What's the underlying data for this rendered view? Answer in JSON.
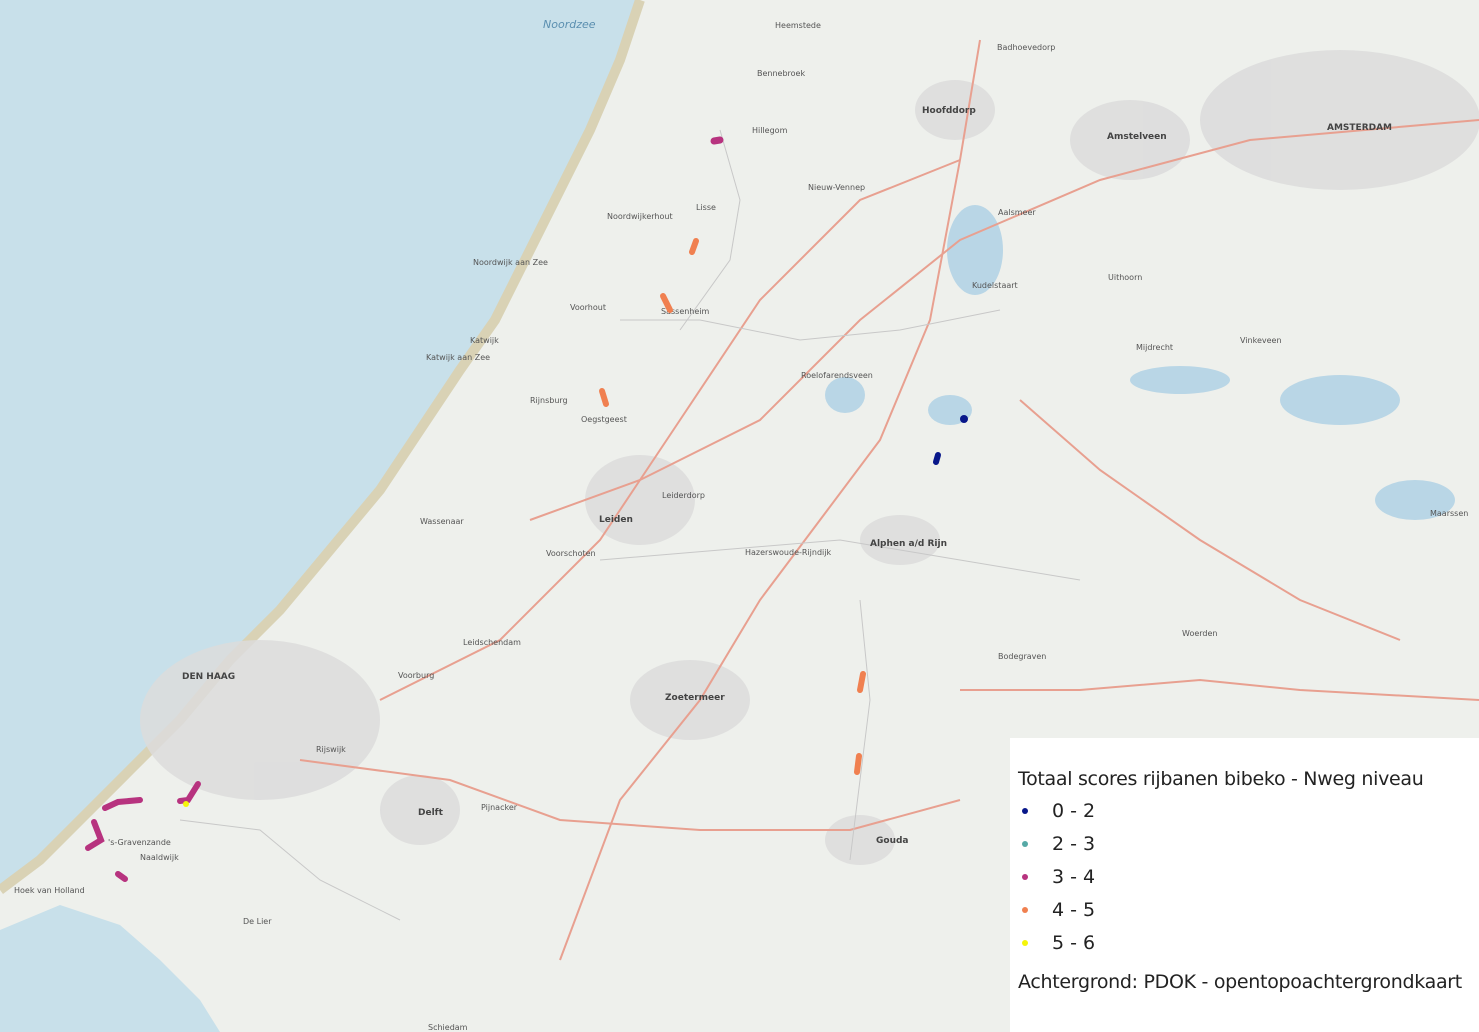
{
  "map": {
    "places": [
      {
        "id": "noordzee",
        "label": "Noordzee",
        "kind": "sea"
      },
      {
        "id": "heemstede",
        "label": "Heemstede",
        "kind": "small"
      },
      {
        "id": "badhoevedorp",
        "label": "Badhoevedorp",
        "kind": "small"
      },
      {
        "id": "hoofddorp",
        "label": "Hoofddorp",
        "kind": "big"
      },
      {
        "id": "amstelveen",
        "label": "Amstelveen",
        "kind": "big"
      },
      {
        "id": "amsterdam",
        "label": "AMSTERDAM",
        "kind": "big"
      },
      {
        "id": "bennebroek",
        "label": "Bennebroek",
        "kind": "small"
      },
      {
        "id": "hillegom",
        "label": "Hillegom",
        "kind": "small"
      },
      {
        "id": "nieuw-vennep",
        "label": "Nieuw-Vennep",
        "kind": "small"
      },
      {
        "id": "noordwijkerhout",
        "label": "Noordwijkerhout",
        "kind": "small"
      },
      {
        "id": "lisse",
        "label": "Lisse",
        "kind": "small"
      },
      {
        "id": "aalsmeer",
        "label": "Aalsmeer",
        "kind": "small"
      },
      {
        "id": "noordwijk",
        "label": "Noordwijk aan Zee",
        "kind": "small"
      },
      {
        "id": "uithoorn",
        "label": "Uithoorn",
        "kind": "small"
      },
      {
        "id": "kudelstaart",
        "label": "Kudelstaart",
        "kind": "small"
      },
      {
        "id": "sassenheim",
        "label": "Sassenheim",
        "kind": "small"
      },
      {
        "id": "voorhout",
        "label": "Voorhout",
        "kind": "small"
      },
      {
        "id": "katwijk",
        "label": "Katwijk",
        "kind": "small"
      },
      {
        "id": "katwijk-zee",
        "label": "Katwijk aan Zee",
        "kind": "small"
      },
      {
        "id": "mijdrecht",
        "label": "Mijdrecht",
        "kind": "small"
      },
      {
        "id": "vinkeveen",
        "label": "Vinkeveen",
        "kind": "small"
      },
      {
        "id": "roelofarendsveen",
        "label": "Roelofarendsveen",
        "kind": "small"
      },
      {
        "id": "rijnsburg",
        "label": "Rijnsburg",
        "kind": "small"
      },
      {
        "id": "oegstgeest",
        "label": "Oegstgeest",
        "kind": "small"
      },
      {
        "id": "leiderdorp",
        "label": "Leiderdorp",
        "kind": "small"
      },
      {
        "id": "leiden",
        "label": "Leiden",
        "kind": "big"
      },
      {
        "id": "wassenaar",
        "label": "Wassenaar",
        "kind": "small"
      },
      {
        "id": "voorschoten",
        "label": "Voorschoten",
        "kind": "small"
      },
      {
        "id": "hazerswoude",
        "label": "Hazerswoude-Rijndijk",
        "kind": "small"
      },
      {
        "id": "alphen",
        "label": "Alphen a/d Rijn",
        "kind": "big"
      },
      {
        "id": "maarssen",
        "label": "Maarssen",
        "kind": "small"
      },
      {
        "id": "leidschendam",
        "label": "Leidschendam",
        "kind": "small"
      },
      {
        "id": "woerden",
        "label": "Woerden",
        "kind": "small"
      },
      {
        "id": "den-haag",
        "label": "DEN HAAG",
        "kind": "big"
      },
      {
        "id": "voorburg",
        "label": "Voorburg",
        "kind": "small"
      },
      {
        "id": "zoetermeer",
        "label": "Zoetermeer",
        "kind": "big"
      },
      {
        "id": "bodegraven",
        "label": "Bodegraven",
        "kind": "small"
      },
      {
        "id": "rijswijk",
        "label": "Rijswijk",
        "kind": "small"
      },
      {
        "id": "delft",
        "label": "Delft",
        "kind": "small"
      },
      {
        "id": "pijnacker",
        "label": "Pijnacker",
        "kind": "small"
      },
      {
        "id": "gravenzande",
        "label": "'s-Gravenzande",
        "kind": "small"
      },
      {
        "id": "naaldwijk",
        "label": "Naaldwijk",
        "kind": "small"
      },
      {
        "id": "gouda",
        "label": "Gouda",
        "kind": "small"
      },
      {
        "id": "hoek",
        "label": "Hoek van Holland",
        "kind": "small"
      },
      {
        "id": "de-lier",
        "label": "De Lier",
        "kind": "small"
      },
      {
        "id": "schiedam",
        "label": "Schiedam",
        "kind": "small"
      }
    ]
  },
  "legend": {
    "title": "Totaal scores rijbanen bibeko - Nweg niveau",
    "items": [
      {
        "label": "0 - 2",
        "color": "#08178a"
      },
      {
        "label": "2 - 3",
        "color": "#56a9a6"
      },
      {
        "label": "3 - 4",
        "color": "#b7337f"
      },
      {
        "label": "4 - 5",
        "color": "#f08050"
      },
      {
        "label": "5 - 6",
        "color": "#f5f50a"
      }
    ],
    "credit": "Achtergrond: PDOK - opentopoachtergrondkaart"
  }
}
